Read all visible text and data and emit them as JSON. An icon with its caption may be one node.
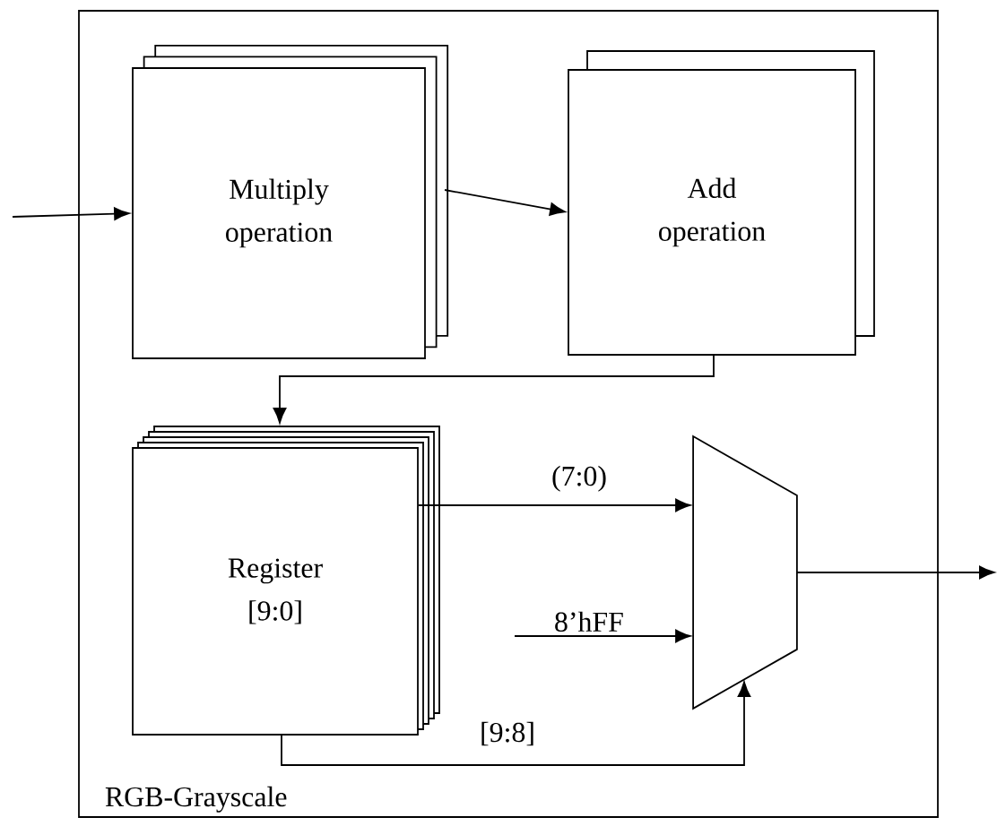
{
  "diagram": {
    "nodes": [
      {
        "text": [
          "RGB-Grayscale"
        ]
      },
      {
        "text": [
          "Multiply operation"
        ],
        "in": 0
      },
      {
        "text": [
          "Add operation"
        ],
        "in": 0
      },
      {
        "text": [
          "Register [9:0]"
        ],
        "in": 0
      },
      {
        "text": [],
        "shape": "trapezoid",
        "in": 0
      },
      {
        "text": [
          "8’hFF"
        ],
        "in": 0
      }
    ],
    "edges": [
      {
        "from": null,
        "to": 1,
        "arrow": "to"
      },
      {
        "from": 1,
        "to": 2,
        "arrow": "to"
      },
      {
        "from": 2,
        "to": 3,
        "arrow": "to"
      },
      {
        "from": 3,
        "to": 4,
        "arrow": "to",
        "label": "(7:0)"
      },
      {
        "from": 5,
        "to": 4,
        "arrow": "to"
      },
      {
        "from": 3,
        "to": 4,
        "arrow": "to",
        "label": "[9:8]"
      },
      {
        "from": 4,
        "to": null,
        "arrow": "to"
      }
    ]
  }
}
